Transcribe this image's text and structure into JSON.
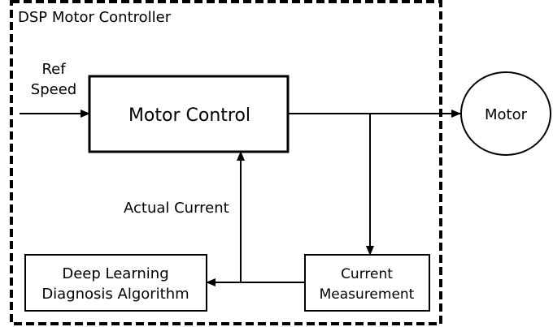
{
  "container": {
    "title": "DSP Motor Controller"
  },
  "input": {
    "line1": "Ref",
    "line2": "Speed"
  },
  "blocks": {
    "motor_control": "Motor Control",
    "motor": "Motor",
    "current_measurement": {
      "line1": "Current",
      "line2": "Measurement"
    },
    "deep_learning": {
      "line1": "Deep Learning",
      "line2": "Diagnosis Algorithm"
    }
  },
  "edges": {
    "feedback_label": "Actual Current"
  },
  "colors": {
    "stroke": "#000000",
    "background": "#ffffff"
  }
}
